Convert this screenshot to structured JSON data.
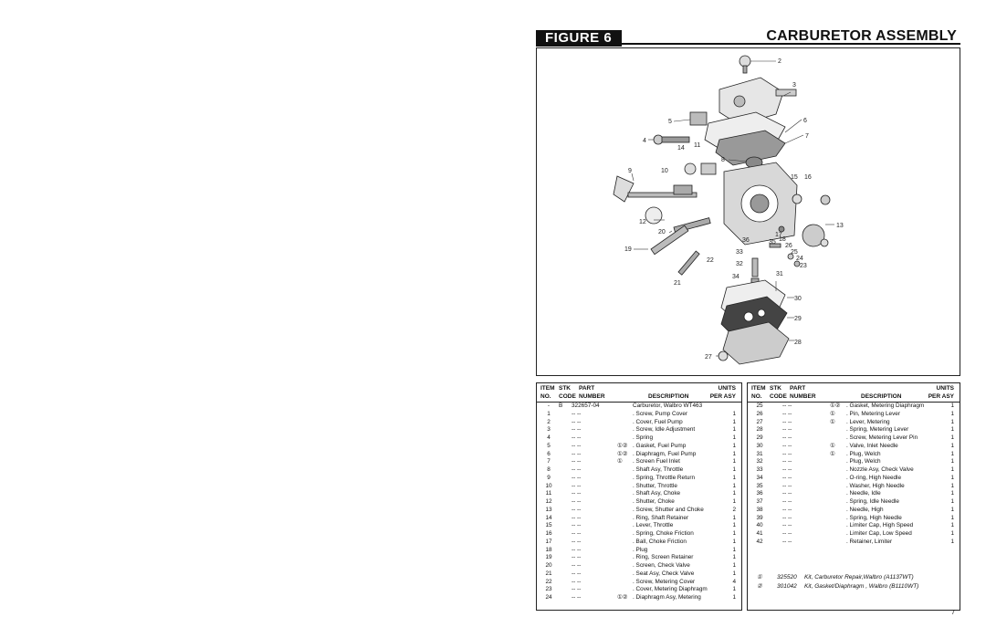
{
  "header": {
    "figure_label": "FIGURE 6",
    "title": "CARBURETOR ASSEMBLY"
  },
  "diagram": {
    "callouts": [
      "2",
      "3",
      "5",
      "6",
      "4",
      "14",
      "11",
      "7",
      "8",
      "9",
      "10",
      "15",
      "16",
      "12",
      "13",
      "20",
      "17",
      "18",
      "35",
      "26",
      "36",
      "19",
      "33",
      "25",
      "24",
      "22",
      "32",
      "23",
      "31",
      "34",
      "21",
      "30",
      "29",
      "28",
      "27"
    ]
  },
  "table_headers": {
    "item_line1": "ITEM",
    "item_line2": "NO.",
    "stk_line1": "STK",
    "stk_line2": "CODE",
    "part_line1": "PART",
    "part_line2": "NUMBER",
    "description": "DESCRIPTION",
    "units_line1": "UNITS",
    "units_line2": "PER ASY"
  },
  "left_rows": [
    {
      "item": "-",
      "stk": "B",
      "part": "322657-04",
      "kit": "",
      "desc": "Carburetor, Walbro WT463",
      "units": ""
    },
    {
      "item": "1",
      "stk": "",
      "part": "-- --",
      "kit": "",
      "desc": ". Screw, Pump Cover",
      "units": "1"
    },
    {
      "item": "2",
      "stk": "",
      "part": "-- --",
      "kit": "",
      "desc": ". Cover, Fuel Pump",
      "units": "1"
    },
    {
      "item": "3",
      "stk": "",
      "part": "-- --",
      "kit": "",
      "desc": ". Screw, Idle Adjustment",
      "units": "1"
    },
    {
      "item": "4",
      "stk": "",
      "part": "-- --",
      "kit": "",
      "desc": ". Spring",
      "units": "1"
    },
    {
      "item": "5",
      "stk": "",
      "part": "-- --",
      "kit": "①②",
      "desc": ". Gasket, Fuel Pump",
      "units": "1"
    },
    {
      "item": "6",
      "stk": "",
      "part": "-- --",
      "kit": "①②",
      "desc": ". Diaphragm, Fuel Pump",
      "units": "1"
    },
    {
      "item": "7",
      "stk": "",
      "part": "-- --",
      "kit": "①",
      "desc": ". Screen Fuel Inlet",
      "units": "1"
    },
    {
      "item": "8",
      "stk": "",
      "part": "-- --",
      "kit": "",
      "desc": ". Shaft Asy, Throttle",
      "units": "1"
    },
    {
      "item": "9",
      "stk": "",
      "part": "-- --",
      "kit": "",
      "desc": ". Spring, Throttle Return",
      "units": "1"
    },
    {
      "item": "10",
      "stk": "",
      "part": "-- --",
      "kit": "",
      "desc": ". Shutter, Throttle",
      "units": "1"
    },
    {
      "item": "11",
      "stk": "",
      "part": "-- --",
      "kit": "",
      "desc": ". Shaft Asy, Choke",
      "units": "1"
    },
    {
      "item": "12",
      "stk": "",
      "part": "-- --",
      "kit": "",
      "desc": ". Shutter, Choke",
      "units": "1"
    },
    {
      "item": "13",
      "stk": "",
      "part": "-- --",
      "kit": "",
      "desc": ". Screw, Shutter and Choke",
      "units": "2"
    },
    {
      "item": "14",
      "stk": "",
      "part": "-- --",
      "kit": "",
      "desc": ". Ring, Shaft Retainer",
      "units": "1"
    },
    {
      "item": "15",
      "stk": "",
      "part": "-- --",
      "kit": "",
      "desc": ". Lever, Throttle",
      "units": "1"
    },
    {
      "item": "16",
      "stk": "",
      "part": "-- --",
      "kit": "",
      "desc": ". Spring, Choke Friction",
      "units": "1"
    },
    {
      "item": "17",
      "stk": "",
      "part": "-- --",
      "kit": "",
      "desc": ". Ball, Choke Friction",
      "units": "1"
    },
    {
      "item": "18",
      "stk": "",
      "part": "-- --",
      "kit": "",
      "desc": ". Plug",
      "units": "1"
    },
    {
      "item": "19",
      "stk": "",
      "part": "-- --",
      "kit": "",
      "desc": ". Ring, Screen Retainer",
      "units": "1"
    },
    {
      "item": "20",
      "stk": "",
      "part": "-- --",
      "kit": "",
      "desc": ". Screen, Check Valve",
      "units": "1"
    },
    {
      "item": "21",
      "stk": "",
      "part": "-- --",
      "kit": "",
      "desc": ". Seat Asy, Check Valve",
      "units": "1"
    },
    {
      "item": "22",
      "stk": "",
      "part": "-- --",
      "kit": "",
      "desc": ". Screw, Metering Cover",
      "units": "4"
    },
    {
      "item": "23",
      "stk": "",
      "part": "-- --",
      "kit": "",
      "desc": ". Cover, Metering Diaphragm",
      "units": "1"
    },
    {
      "item": "24",
      "stk": "",
      "part": "-- --",
      "kit": "①②",
      "desc": ". Diaphragm Asy, Metering",
      "units": "1"
    }
  ],
  "right_rows": [
    {
      "item": "25",
      "stk": "",
      "part": "-- --",
      "kit": "①②",
      "desc": ". Gasket, Metering Diaphragm",
      "units": "1"
    },
    {
      "item": "26",
      "stk": "",
      "part": "-- --",
      "kit": "①",
      "desc": ". Pin, Metering Lever",
      "units": "1"
    },
    {
      "item": "27",
      "stk": "",
      "part": "-- --",
      "kit": "①",
      "desc": ". Lever, Metering",
      "units": "1"
    },
    {
      "item": "28",
      "stk": "",
      "part": "-- --",
      "kit": "",
      "desc": ". Spring, Metering Lever",
      "units": "1"
    },
    {
      "item": "29",
      "stk": "",
      "part": "-- --",
      "kit": "",
      "desc": ". Screw, Metering Lever Pin",
      "units": "1"
    },
    {
      "item": "30",
      "stk": "",
      "part": "-- --",
      "kit": "①",
      "desc": ". Valve, Inlet Needle",
      "units": "1"
    },
    {
      "item": "31",
      "stk": "",
      "part": "-- --",
      "kit": "①",
      "desc": ". Plug, Welch",
      "units": "1"
    },
    {
      "item": "32",
      "stk": "",
      "part": "-- --",
      "kit": "",
      "desc": ". Plug, Welch",
      "units": "1"
    },
    {
      "item": "33",
      "stk": "",
      "part": "-- --",
      "kit": "",
      "desc": ". Nozzle Asy, Check Valve",
      "units": "1"
    },
    {
      "item": "34",
      "stk": "",
      "part": "-- --",
      "kit": "",
      "desc": ". O-ring, High Needle",
      "units": "1"
    },
    {
      "item": "35",
      "stk": "",
      "part": "-- --",
      "kit": "",
      "desc": ". Washer, High Needle",
      "units": "1"
    },
    {
      "item": "36",
      "stk": "",
      "part": "-- --",
      "kit": "",
      "desc": ". Needle, Idle",
      "units": "1"
    },
    {
      "item": "37",
      "stk": "",
      "part": "-- --",
      "kit": "",
      "desc": ". Spring, Idle Needle",
      "units": "1"
    },
    {
      "item": "38",
      "stk": "",
      "part": "-- --",
      "kit": "",
      "desc": ". Needle, High",
      "units": "1"
    },
    {
      "item": "39",
      "stk": "",
      "part": "-- --",
      "kit": "",
      "desc": ". Spring, High Needle",
      "units": "1"
    },
    {
      "item": "40",
      "stk": "",
      "part": "-- --",
      "kit": "",
      "desc": ". Limiter Cap, High Speed",
      "units": "1"
    },
    {
      "item": "41",
      "stk": "",
      "part": "-- --",
      "kit": "",
      "desc": ". Limiter Cap, Low Speed",
      "units": "1"
    },
    {
      "item": "42",
      "stk": "",
      "part": "-- --",
      "kit": "",
      "desc": ". Retainer, Limiter",
      "units": "1"
    }
  ],
  "kits": [
    {
      "symbol": "①",
      "part": "325520",
      "desc": "Kit, Carburetor Repair,Walbro  (A1137WT)"
    },
    {
      "symbol": "②",
      "part": "301042",
      "desc": "Kit, Gasket/Diaphragm , Walbro (B1110WT)"
    }
  ],
  "page_number": "7"
}
